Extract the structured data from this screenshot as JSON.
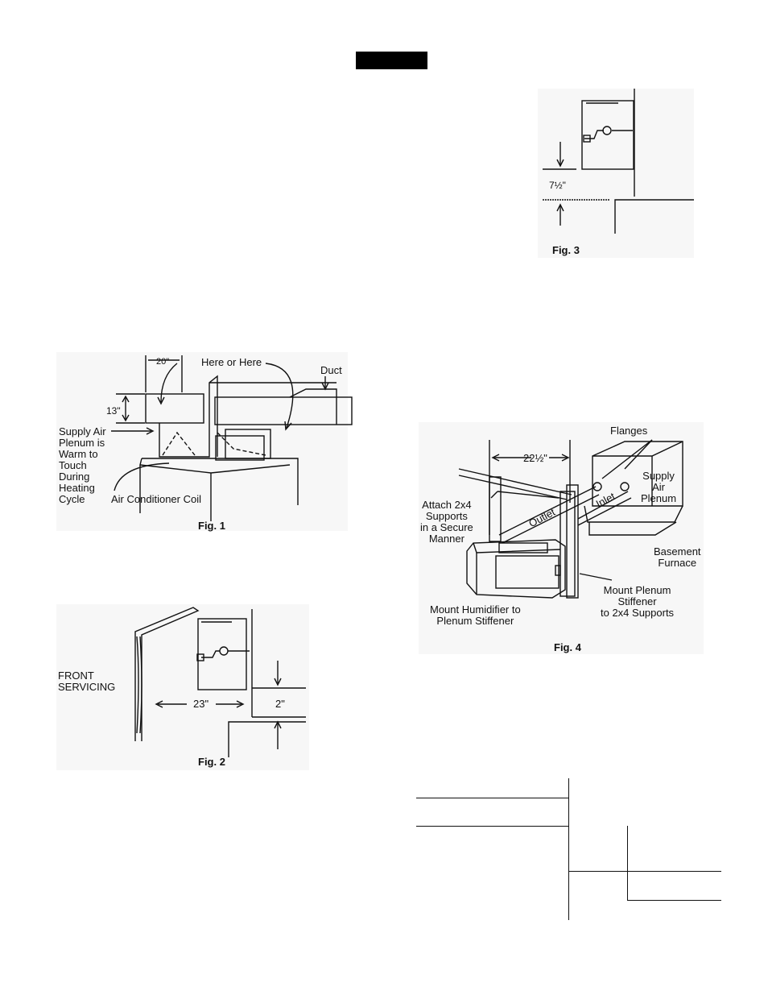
{
  "fig1": {
    "caption": "Fig. 1",
    "dim_width": "20\"",
    "dim_height": "13\"",
    "here_or_here": "Here or Here",
    "duct": "Duct",
    "supply_air": "Supply Air\nPlenum is\nWarm to\nTouch\nDuring\nHeating\nCycle",
    "coil": "Air Conditioner Coil"
  },
  "fig2": {
    "caption": "Fig. 2",
    "front_servicing": "FRONT\nSERVICING",
    "dim_23": "23\"",
    "dim_2": "2\""
  },
  "fig3": {
    "caption": "Fig. 3",
    "dim": "7½\""
  },
  "fig4": {
    "caption": "Fig. 4",
    "dim": "22½\"",
    "flanges": "Flanges",
    "supply_air_plenum": "Supply\nAir\nPlenum",
    "attach": "Attach 2x4\nSupports\nin a Secure\nManner",
    "outlet": "Outlet",
    "inlet": "Inlet",
    "basement_furnace": "Basement\nFurnace",
    "mount_stiffener": "Mount Plenum\nStiffener\nto 2x4 Supports",
    "mount_humidifier": "Mount Humidifier to\nPlenum Stiffener"
  }
}
